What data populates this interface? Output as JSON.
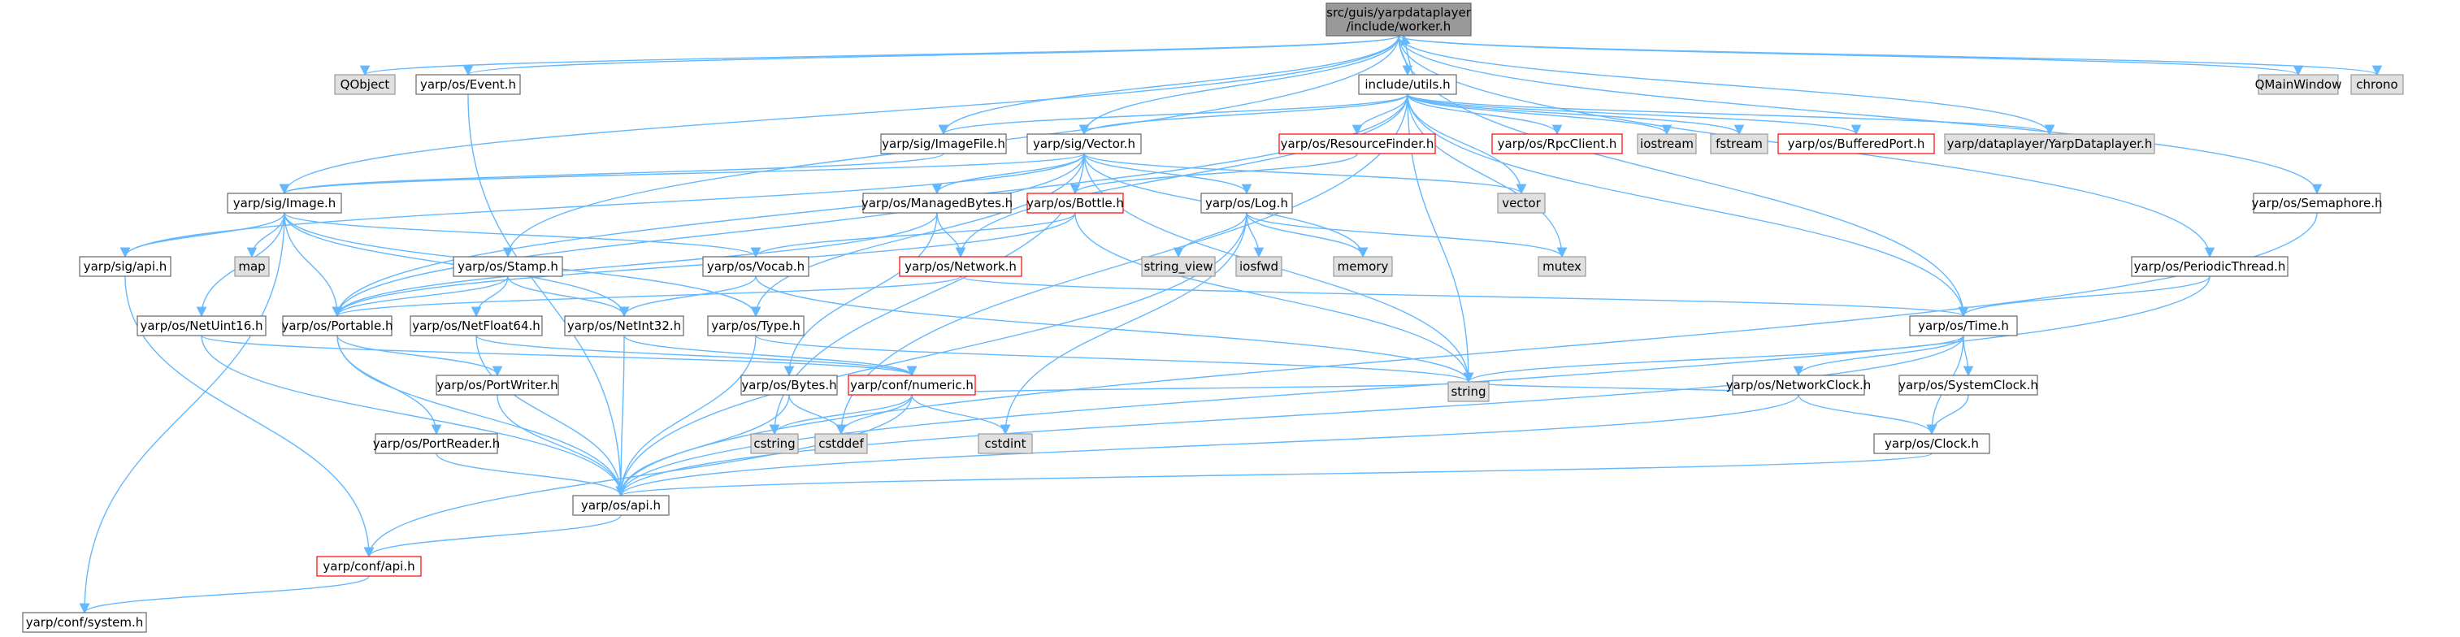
{
  "colors": {
    "edge": "#63b8ff",
    "root_fill": "#999999",
    "node_border": "#666666",
    "external_fill": "#e0e0e0",
    "external_border": "#999999",
    "missing_border": "#ff0000"
  },
  "nodes": [
    {
      "id": "worker",
      "lines": [
        "src/guis/yarpdataplayer",
        "/include/worker.h"
      ],
      "kind": "root"
    },
    {
      "id": "QObject",
      "lines": [
        "QObject"
      ],
      "kind": "external"
    },
    {
      "id": "event",
      "lines": [
        "yarp/os/Event.h"
      ],
      "kind": "normal"
    },
    {
      "id": "utils",
      "lines": [
        "include/utils.h"
      ],
      "kind": "normal"
    },
    {
      "id": "QMainWindow",
      "lines": [
        "QMainWindow"
      ],
      "kind": "external"
    },
    {
      "id": "chrono",
      "lines": [
        "chrono"
      ],
      "kind": "external"
    },
    {
      "id": "imagefile",
      "lines": [
        "yarp/sig/ImageFile.h"
      ],
      "kind": "normal"
    },
    {
      "id": "sigvector",
      "lines": [
        "yarp/sig/Vector.h"
      ],
      "kind": "normal"
    },
    {
      "id": "resourcefinder",
      "lines": [
        "yarp/os/ResourceFinder.h"
      ],
      "kind": "missing"
    },
    {
      "id": "rpcclient",
      "lines": [
        "yarp/os/RpcClient.h"
      ],
      "kind": "missing"
    },
    {
      "id": "iostream",
      "lines": [
        "iostream"
      ],
      "kind": "external"
    },
    {
      "id": "fstream",
      "lines": [
        "fstream"
      ],
      "kind": "external"
    },
    {
      "id": "bufferedport",
      "lines": [
        "yarp/os/BufferedPort.h"
      ],
      "kind": "missing"
    },
    {
      "id": "yarpdataplayer",
      "lines": [
        "yarp/dataplayer/YarpDataplayer.h"
      ],
      "kind": "external"
    },
    {
      "id": "sigimage",
      "lines": [
        "yarp/sig/Image.h"
      ],
      "kind": "normal"
    },
    {
      "id": "managedbytes",
      "lines": [
        "yarp/os/ManagedBytes.h"
      ],
      "kind": "normal"
    },
    {
      "id": "bottle",
      "lines": [
        "yarp/os/Bottle.h"
      ],
      "kind": "missing"
    },
    {
      "id": "log",
      "lines": [
        "yarp/os/Log.h"
      ],
      "kind": "normal"
    },
    {
      "id": "vector",
      "lines": [
        "vector"
      ],
      "kind": "external"
    },
    {
      "id": "mutex",
      "lines": [
        "mutex"
      ],
      "kind": "external"
    },
    {
      "id": "semaphore",
      "lines": [
        "yarp/os/Semaphore.h"
      ],
      "kind": "normal"
    },
    {
      "id": "map",
      "lines": [
        "map"
      ],
      "kind": "external"
    },
    {
      "id": "sigapi",
      "lines": [
        "yarp/sig/api.h"
      ],
      "kind": "normal"
    },
    {
      "id": "vocab",
      "lines": [
        "yarp/os/Vocab.h"
      ],
      "kind": "normal"
    },
    {
      "id": "network",
      "lines": [
        "yarp/os/Network.h"
      ],
      "kind": "missing"
    },
    {
      "id": "stringview",
      "lines": [
        "string_view"
      ],
      "kind": "external"
    },
    {
      "id": "iosfwd",
      "lines": [
        "iosfwd"
      ],
      "kind": "external"
    },
    {
      "id": "memory",
      "lines": [
        "memory"
      ],
      "kind": "external"
    },
    {
      "id": "periodicthread",
      "lines": [
        "yarp/os/PeriodicThread.h"
      ],
      "kind": "normal"
    },
    {
      "id": "stamp",
      "lines": [
        "yarp/os/Stamp.h"
      ],
      "kind": "normal"
    },
    {
      "id": "netuint16",
      "lines": [
        "yarp/os/NetUint16.h"
      ],
      "kind": "normal"
    },
    {
      "id": "portable",
      "lines": [
        "yarp/os/Portable.h"
      ],
      "kind": "normal"
    },
    {
      "id": "netfloat64",
      "lines": [
        "yarp/os/NetFloat64.h"
      ],
      "kind": "normal"
    },
    {
      "id": "netint32",
      "lines": [
        "yarp/os/NetInt32.h"
      ],
      "kind": "normal"
    },
    {
      "id": "type",
      "lines": [
        "yarp/os/Type.h"
      ],
      "kind": "normal"
    },
    {
      "id": "time",
      "lines": [
        "yarp/os/Time.h"
      ],
      "kind": "normal"
    },
    {
      "id": "portwriter",
      "lines": [
        "yarp/os/PortWriter.h"
      ],
      "kind": "normal"
    },
    {
      "id": "bytes",
      "lines": [
        "yarp/os/Bytes.h"
      ],
      "kind": "normal"
    },
    {
      "id": "confnumeric",
      "lines": [
        "yarp/conf/numeric.h"
      ],
      "kind": "missing"
    },
    {
      "id": "networkclock",
      "lines": [
        "yarp/os/NetworkClock.h"
      ],
      "kind": "normal"
    },
    {
      "id": "systemclock",
      "lines": [
        "yarp/os/SystemClock.h"
      ],
      "kind": "normal"
    },
    {
      "id": "string",
      "lines": [
        "string"
      ],
      "kind": "external"
    },
    {
      "id": "cstring",
      "lines": [
        "cstring"
      ],
      "kind": "external"
    },
    {
      "id": "cstddef",
      "lines": [
        "cstddef"
      ],
      "kind": "external"
    },
    {
      "id": "cstdint",
      "lines": [
        "cstdint"
      ],
      "kind": "external"
    },
    {
      "id": "portreader",
      "lines": [
        "yarp/os/PortReader.h"
      ],
      "kind": "normal"
    },
    {
      "id": "clock",
      "lines": [
        "yarp/os/Clock.h"
      ],
      "kind": "normal"
    },
    {
      "id": "osapi",
      "lines": [
        "yarp/os/api.h"
      ],
      "kind": "normal"
    },
    {
      "id": "confapi",
      "lines": [
        "yarp/conf/api.h"
      ],
      "kind": "missing"
    },
    {
      "id": "confsystem",
      "lines": [
        "yarp/conf/system.h"
      ],
      "kind": "normal"
    }
  ]
}
